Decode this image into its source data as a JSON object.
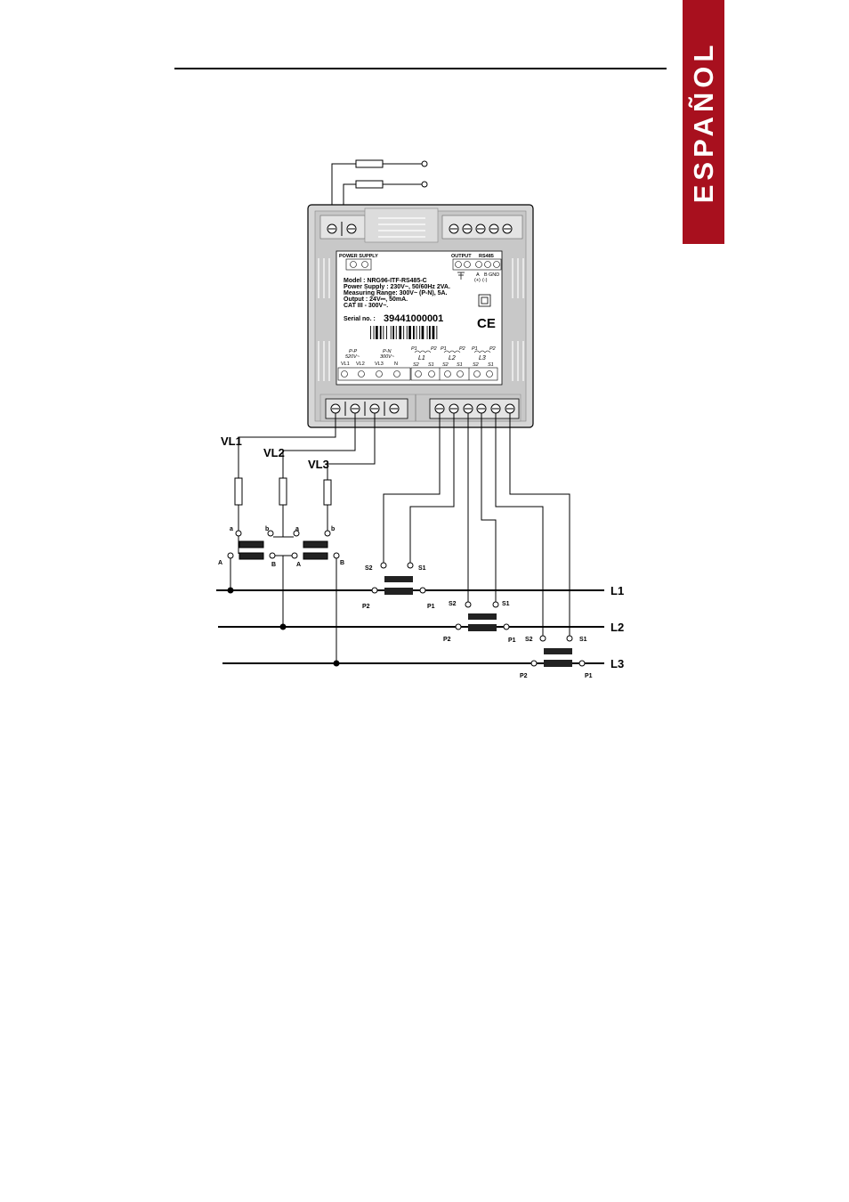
{
  "side_tab": {
    "label": "ESPAÑOL",
    "color": "#a8101e"
  },
  "device": {
    "power_supply_label": "POWER SUPPLY",
    "output_label": "OUTPUT",
    "rs485_label": "RS485",
    "rs485_terminals": [
      "A",
      "B",
      "GND"
    ],
    "rs485_polarity": [
      "(+)",
      "(-)"
    ],
    "model": "Model : NRG96-ITF-RS485-C",
    "power_supply": "Power Supply : 230V~, 50/60Hz 2VA.",
    "measuring_range": "Measuring Range: 300V~ (P-N), 5A.",
    "output": "Output : 24V⎓, 50mA.",
    "category": "CAT III - 300V~.",
    "serial_label": "Serial no. :",
    "serial_number": "39441000001",
    "ce_mark": "CE",
    "voltage_block": {
      "pp_label": "P-P",
      "pp_value": "520V~",
      "pn_label": "P-N",
      "pn_value": "300V~",
      "terminals": [
        "VL1",
        "VL2",
        "VL3",
        "N"
      ]
    },
    "current_blocks": [
      {
        "line": "L1",
        "top": [
          "P1",
          "P2"
        ],
        "bottom": [
          "S2",
          "S1"
        ]
      },
      {
        "line": "L2",
        "top": [
          "P1",
          "P2"
        ],
        "bottom": [
          "S2",
          "S1"
        ]
      },
      {
        "line": "L3",
        "top": [
          "P1",
          "P2"
        ],
        "bottom": [
          "S2",
          "S1"
        ]
      }
    ]
  },
  "voltage_labels": [
    "VL1",
    "VL2",
    "VL3"
  ],
  "vt_labels": {
    "a": "a",
    "b": "b",
    "A": "A",
    "B": "B"
  },
  "ct_labels": {
    "s2": "S2",
    "s1": "S1",
    "p2": "P2",
    "p1": "P1"
  },
  "lines": [
    "L1",
    "L2",
    "L3"
  ]
}
